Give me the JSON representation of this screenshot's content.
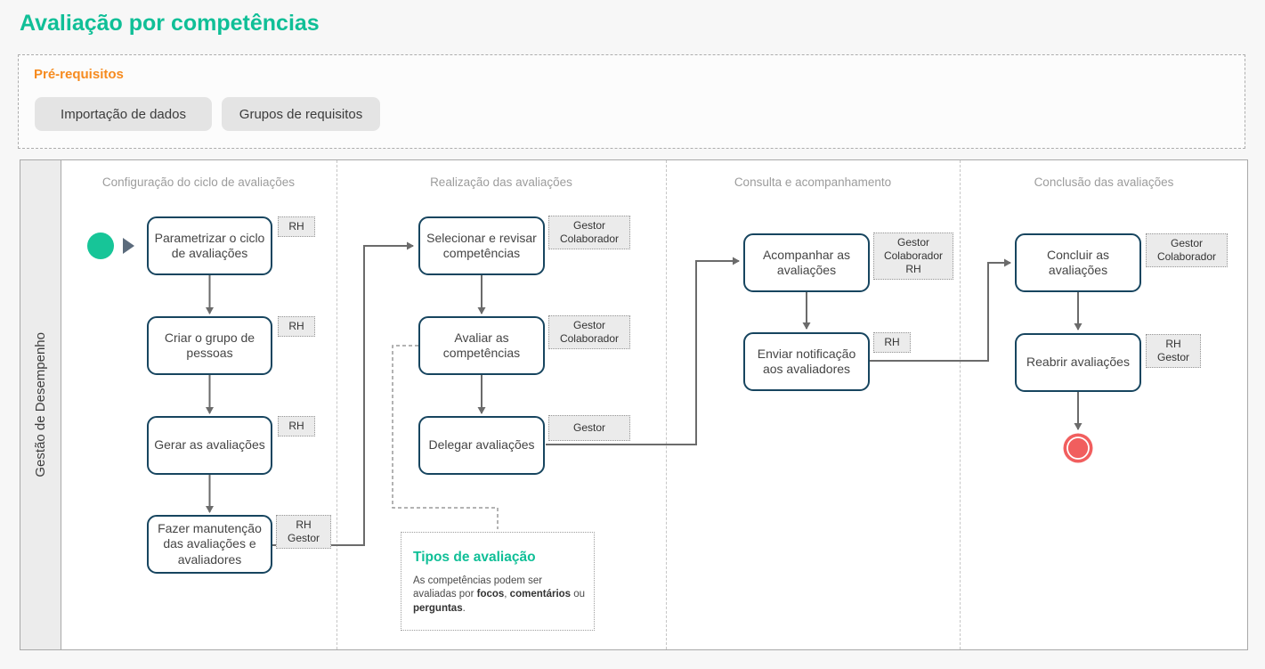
{
  "page": {
    "title": "Avaliação por competências"
  },
  "colors": {
    "accent": "#10BF97",
    "prerequisites_title": "#F68B1F",
    "node_border": "#17455F",
    "connector": "#6B6B6B",
    "start_event": "#17C598",
    "end_event": "#F15E5E",
    "tag_background": "#EBEBEB",
    "button_background": "#E4E4E4",
    "page_background": "#F7F7F7"
  },
  "prerequisites": {
    "title": "Pré-requisitos",
    "buttons": [
      {
        "label": "Importação de dados"
      },
      {
        "label": "Grupos de requisitos"
      }
    ]
  },
  "lane": {
    "label": "Gestão de Desempenho"
  },
  "columns": [
    {
      "label": "Configuração do ciclo de avaliações"
    },
    {
      "label": "Realização das avaliações"
    },
    {
      "label": "Consulta e acompanhamento"
    },
    {
      "label": "Conclusão das avaliações"
    }
  ],
  "tasks": [
    {
      "label": "Parametrizar o ciclo de avaliações",
      "tag": "RH"
    },
    {
      "label": "Criar o grupo de pessoas",
      "tag": "RH"
    },
    {
      "label": "Gerar as avaliações",
      "tag": "RH"
    },
    {
      "label": "Fazer manutenção das avaliações e avaliadores",
      "tag": "RH\nGestor"
    },
    {
      "label": "Selecionar e revisar competências",
      "tag": "Gestor\nColaborador"
    },
    {
      "label": "Avaliar as competências",
      "tag": "Gestor\nColaborador"
    },
    {
      "label": "Delegar avaliações",
      "tag": "Gestor"
    },
    {
      "label": "Acompanhar as avaliações",
      "tag": "Gestor\nColaborador\nRH"
    },
    {
      "label": "Enviar notificação aos avaliadores",
      "tag": "RH"
    },
    {
      "label": "Concluir as avaliações",
      "tag": "Gestor\nColaborador"
    },
    {
      "label": "Reabrir avaliações",
      "tag": "RH\nGestor"
    }
  ],
  "note": {
    "title": "Tipos de avaliação",
    "text_1": "As competências podem ser avaliadas por ",
    "bold_1": "focos",
    "text_2": ", ",
    "bold_2": "comentários",
    "text_3": " ou ",
    "bold_3": "perguntas",
    "text_4": "."
  }
}
